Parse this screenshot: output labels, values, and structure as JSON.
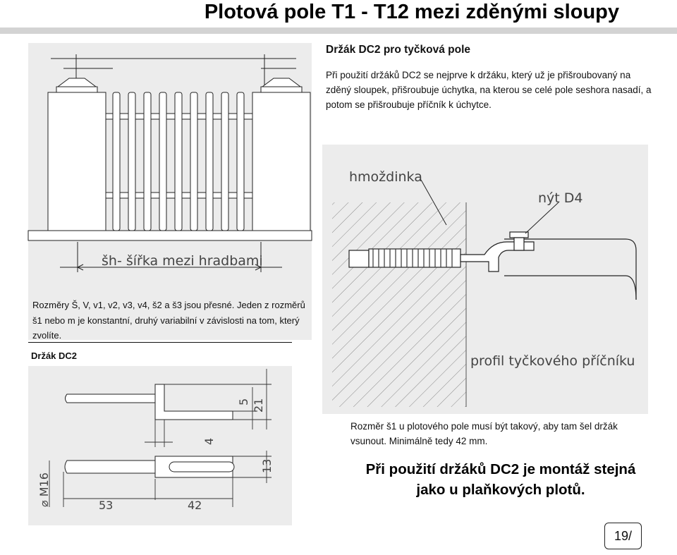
{
  "header": {
    "title": "Plotová pole T1 - T12 mezi zděnými sloupy"
  },
  "section": {
    "heading": "Držák DC2 pro tyčková pole",
    "intro": "Při použití držáků DC2 se nejprve k držáku, který už je přišroubovaný na zděný sloupek, přišroubuje úchytka, na kterou se celé pole seshora nasadí, a potom se přišroubuje příčník k úchytce."
  },
  "main_figure": {
    "width_label": "šh- šířka mezi hradbami"
  },
  "dims_note": "Rozměry Š, V, v1, v2, v3, v4, š2 a š3 jsou přesné. Jeden z rozměrů š1 nebo m je konstantní, druhý variabilní v závislosti na tom, který zvolíte.",
  "detail_figure": {
    "label_anchor": "hmoždinka",
    "label_rivet": "nýt D4",
    "label_profile": "profil tyčkového příčníku"
  },
  "holder_figure": {
    "heading": "Držák DC2",
    "dim_5": "5",
    "dim_21": "21",
    "dim_4": "4",
    "dim_13": "13",
    "dim_m16": "⌀ M16",
    "dim_53": "53",
    "dim_42": "42"
  },
  "bottom_note": "Rozměr š1 u plotového pole musí být takový, aby tam šel držák vsunout. Minimálně tedy 42 mm.",
  "emphasis": "Při použití držáků DC2 je montáž stejná jako u plaňkových plotů.",
  "page_number": "19/"
}
